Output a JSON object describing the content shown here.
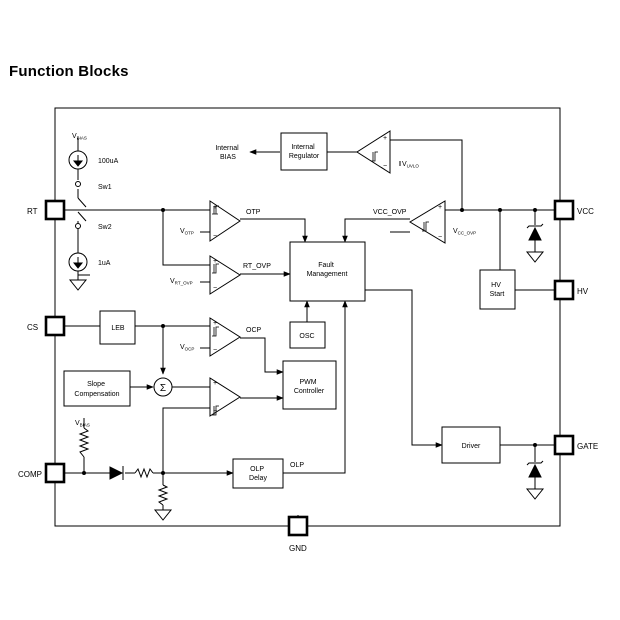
{
  "title": "Function Blocks",
  "pins": {
    "rt": "RT",
    "cs": "CS",
    "comp": "COMP",
    "vcc": "VCC",
    "hv": "HV",
    "gate": "GATE",
    "gnd": "GND"
  },
  "blocks": {
    "internal_regulator": [
      "Internal",
      "Regulator"
    ],
    "internal_bias": [
      "Internal",
      "BIAS"
    ],
    "fault_management": [
      "Fault",
      "Management"
    ],
    "osc": "OSC",
    "leb": "LEB",
    "slope_compensation": [
      "Slope",
      "Compensation"
    ],
    "pwm_controller": [
      "PWM",
      "Controller"
    ],
    "olp_delay": [
      "OLP",
      "Delay"
    ],
    "driver": "Driver",
    "hv_start": [
      "HV",
      "Start"
    ],
    "summer_symbol": "Σ"
  },
  "signals": {
    "otp": "OTP",
    "rt_ovp": "RT_OVP",
    "ocp": "OCP",
    "olp": "OLP",
    "vcc_ovp": "VCC_OVP",
    "sw1": "Sw1",
    "sw2": "Sw2",
    "current_100ua": "100uA",
    "current_1ua": "1uA"
  },
  "references": {
    "vbias_top": {
      "main": "V",
      "sub": "BIAS"
    },
    "vbias_comp": {
      "main": "V",
      "sub": "BIAS"
    },
    "votp": {
      "main": "V",
      "sub": "OTP"
    },
    "vrt_ovp": {
      "main": "V",
      "sub": "RT_OVP"
    },
    "vocp": {
      "main": "V",
      "sub": "OCP"
    },
    "vuvlo": {
      "main": "V",
      "sub": "UVLO"
    },
    "vcc_ovp_ref": {
      "main": "V",
      "sub": "CC_OVP"
    }
  }
}
